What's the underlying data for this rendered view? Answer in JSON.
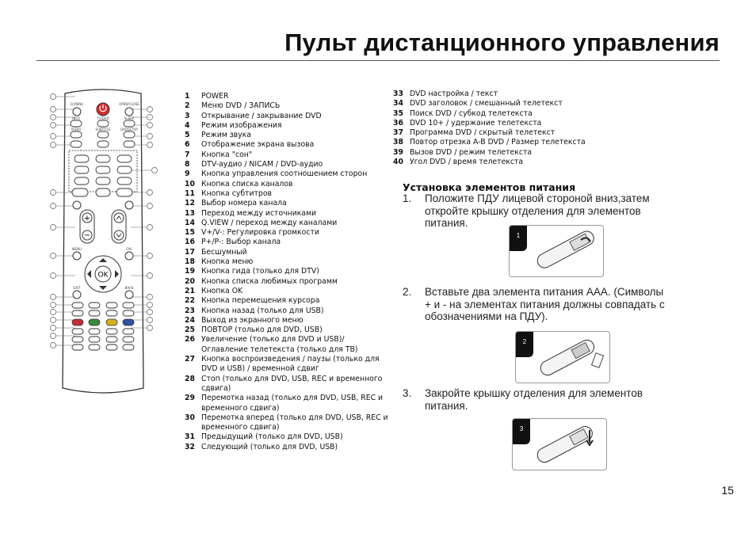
{
  "page": {
    "title": "Пульт дистанционного управления",
    "page_number": "15"
  },
  "remote": {
    "labels": {
      "mute": "Q.MENU",
      "dvd_open": "OPEN/CLOSE",
      "info": "INFO",
      "tvdvd": "TV/DVD",
      "sleep": "SLEEP",
      "audio": "AUDIO",
      "subtitle": "SUBTITLE",
      "dvdsetup": "DVDSETUP",
      "menu": "MENU",
      "fav": "FAV",
      "exit": "EXIT",
      "back": "BACK",
      "ok": "OK"
    }
  },
  "list_left": [
    {
      "n": "1",
      "t": "POWER"
    },
    {
      "n": "2",
      "t": "Меню DVD / ЗАПИСЬ"
    },
    {
      "n": "3",
      "t": "Открывание / закрывание DVD"
    },
    {
      "n": "4",
      "t": "Режим изображения"
    },
    {
      "n": "5",
      "t": "Режим звука"
    },
    {
      "n": "6",
      "t": "Отображение экрана вызова"
    },
    {
      "n": "7",
      "t": "Кнопка \"сон\""
    },
    {
      "n": "8",
      "t": "DTV-аудио / NICAM / DVD-аудио"
    },
    {
      "n": "9",
      "t": "Кнопка управления соотношением сторон"
    },
    {
      "n": "10",
      "t": "Кнопка списка каналов"
    },
    {
      "n": "11",
      "t": "Кнопка субтитров"
    },
    {
      "n": "12",
      "t": "Выбор номера канала"
    },
    {
      "n": "13",
      "t": "Переход между источниками"
    },
    {
      "n": "14",
      "t": "Q.VIEW / переход между каналами"
    },
    {
      "n": "15",
      "t": "V+/V-: Регулировка громкости"
    },
    {
      "n": "16",
      "t": "P+/P-: Выбор канала"
    },
    {
      "n": "17",
      "t": "Бесшумный"
    },
    {
      "n": "18",
      "t": "Кнопка меню"
    },
    {
      "n": "19",
      "t": "Кнопка гида (только для DTV)"
    },
    {
      "n": "20",
      "t": "Кнопка списка любимых программ"
    },
    {
      "n": "21",
      "t": "Кнопка OK"
    },
    {
      "n": "22",
      "t": "Кнопка перемещения курсора"
    },
    {
      "n": "23",
      "t": "Кнопка назад (только для USB)"
    },
    {
      "n": "24",
      "t": "Выход из экранного меню"
    },
    {
      "n": "25",
      "t": "ПОВТОР (только для DVD, USB)"
    },
    {
      "n": "26",
      "t": "Увеличение (только для DVD и USB)/ Оглавление телетекста (только для ТВ)"
    },
    {
      "n": "27",
      "t": "Кнопка воспроизведения / паузы (только для DVD и USB) / временной сдвиг"
    },
    {
      "n": "28",
      "t": "Стоп (только для DVD, USB, REC и временного сдвига)"
    },
    {
      "n": "29",
      "t": "Перемотка назад (только для DVD, USB, REC и временного сдвига)"
    },
    {
      "n": "30",
      "t": "Перемотка вперед (только для DVD, USB, REC и временного сдвига)"
    },
    {
      "n": "31",
      "t": "Предыдущий (только для DVD, USB)"
    },
    {
      "n": "32",
      "t": "Следующий (только для DVD, USB)"
    }
  ],
  "list_right": [
    {
      "n": "33",
      "t": "DVD настройка / текст"
    },
    {
      "n": "34",
      "t": "DVD заголовок / смешанный телетекст"
    },
    {
      "n": "35",
      "t": "Поиск DVD / субкод телетекста"
    },
    {
      "n": "36",
      "t": "DVD 10+ / удержание телетекста"
    },
    {
      "n": "37",
      "t": "Программа DVD / скрытый телетекст"
    },
    {
      "n": "38",
      "t": "Повтор отрезка A-B DVD / Размер телетекста"
    },
    {
      "n": "39",
      "t": "Вызов DVD / режим телетекста"
    },
    {
      "n": "40",
      "t": "Угол DVD / время телетекста"
    }
  ],
  "battery": {
    "heading": "Установка элементов питания",
    "steps": [
      {
        "num": "1.",
        "line1": "Положите ПДУ лицевой стороной вниз,затем",
        "line2": "откройте крышку отделения для элементов",
        "line3": "питания.",
        "badge": "1"
      },
      {
        "num": "2.",
        "line1": "Вставьте два элемента питания AAA. (Символы",
        "line2": "+  и  - на элементах питания должны совпадать с",
        "line3": "обозначениями  на ПДУ).",
        "badge": "2"
      },
      {
        "num": "3.",
        "line1": "Закройте крышку отделения для элементов",
        "line2": "питания.",
        "line3": "",
        "badge": "3"
      }
    ]
  },
  "colors": {
    "red_button": "#c0303a",
    "green_button": "#3a8a3a",
    "yellow_button": "#d4b020",
    "blue_button": "#3050a0",
    "power": "#d03030"
  }
}
